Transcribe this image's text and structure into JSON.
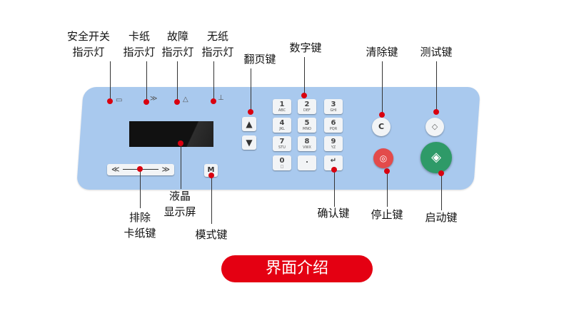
{
  "labels": {
    "safety_switch": [
      "安全开关",
      "指示灯"
    ],
    "paper_jam": [
      "卡纸",
      "指示灯"
    ],
    "fault": [
      "故障",
      "指示灯"
    ],
    "no_paper": [
      "无纸",
      "指示灯"
    ],
    "page_turn": "翻页键",
    "number_keys": "数字键",
    "clear_key": "清除键",
    "test_key": "测试键",
    "lcd": [
      "液晶",
      "显示屏"
    ],
    "clear_jam": [
      "排除",
      "卡纸键"
    ],
    "mode_key": "模式键",
    "confirm_key": "确认键",
    "stop_key": "停止键",
    "start_key": "启动键"
  },
  "keypad": [
    {
      "n": "1",
      "l": "ABC"
    },
    {
      "n": "2",
      "l": "DEF"
    },
    {
      "n": "3",
      "l": "GHI"
    },
    {
      "n": "4",
      "l": "JKL"
    },
    {
      "n": "5",
      "l": "MNO"
    },
    {
      "n": "6",
      "l": "PQR"
    },
    {
      "n": "7",
      "l": "STU"
    },
    {
      "n": "8",
      "l": "VWX"
    },
    {
      "n": "9",
      "l": "YZ"
    },
    {
      "n": "0",
      "l": "□"
    },
    {
      "n": ".",
      "l": ""
    },
    {
      "n": "↵",
      "l": ""
    }
  ],
  "buttons": {
    "clear": "C",
    "mode": "M",
    "rewind": "≪",
    "forward": "≫",
    "up": "▲",
    "down": "▼"
  },
  "title": "界面介绍",
  "colors": {
    "panel": "#a9c9ee",
    "accent_red": "#e40012",
    "marker": "#d9000f",
    "start_green": "#2e9a68",
    "stop_red": "#e34b4b"
  },
  "icons": [
    "safety-indicator-icon",
    "paper-jam-icon",
    "fault-triangle-icon",
    "no-paper-icon",
    "test-icon",
    "start-icon",
    "stop-icon"
  ]
}
